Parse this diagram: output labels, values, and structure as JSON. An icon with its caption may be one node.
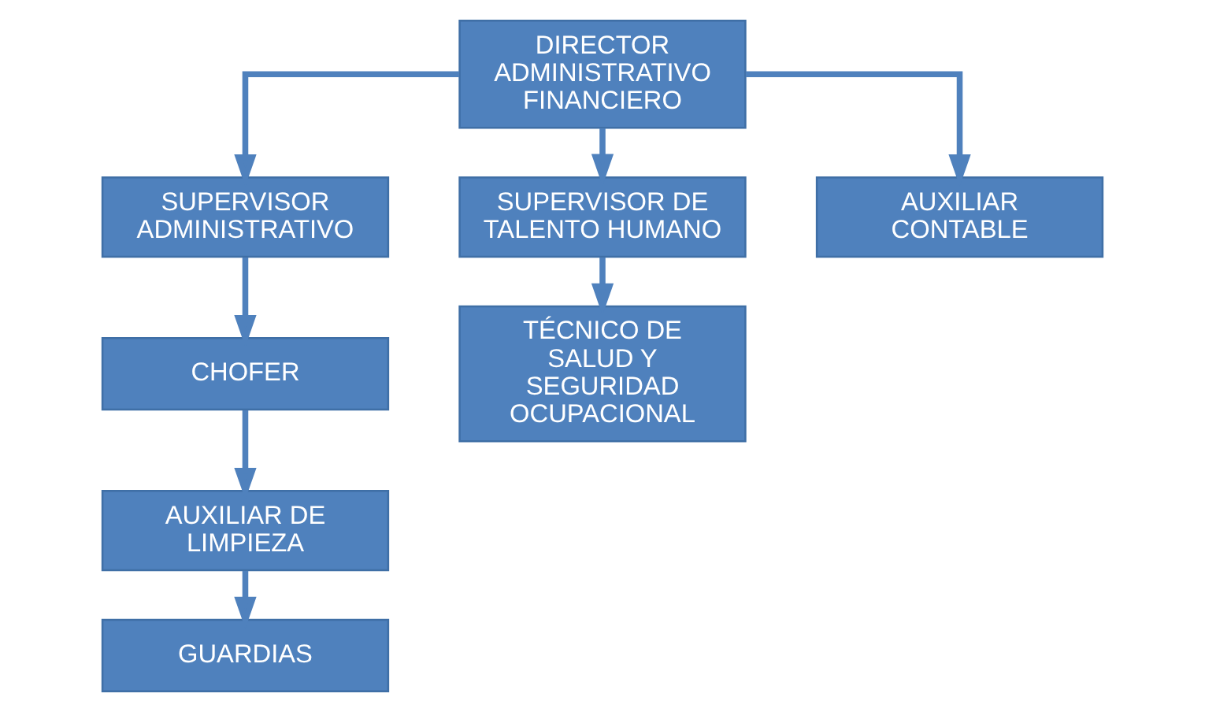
{
  "diagram": {
    "nodes": [
      {
        "text": [
          "DIRECTOR ADMINISTRATIVO FINANCIERO"
        ]
      },
      {
        "text": [
          "SUPERVISOR ADMINISTRATIVO"
        ]
      },
      {
        "text": [
          "SUPERVISOR DE TALENTO HUMANO"
        ]
      },
      {
        "text": [
          "AUXILIAR CONTABLE"
        ]
      },
      {
        "text": [
          "CHOFER"
        ]
      },
      {
        "text": [
          "AUXILIAR DE LIMPIEZA"
        ]
      },
      {
        "text": [
          "GUARDIAS"
        ]
      },
      {
        "text": [
          "TÉCNICO DE SALUD Y SEGURIDAD OCUPACIONAL"
        ]
      }
    ],
    "edges": [
      {
        "from": 0,
        "to": 1,
        "arrow": "to"
      },
      {
        "from": 0,
        "to": 2,
        "arrow": "to"
      },
      {
        "from": 0,
        "to": 3,
        "arrow": "to"
      },
      {
        "from": 1,
        "to": 4,
        "arrow": "to"
      },
      {
        "from": 4,
        "to": 5,
        "arrow": "to"
      },
      {
        "from": 5,
        "to": 6,
        "arrow": "to"
      },
      {
        "from": 2,
        "to": 7,
        "arrow": "to"
      }
    ]
  }
}
